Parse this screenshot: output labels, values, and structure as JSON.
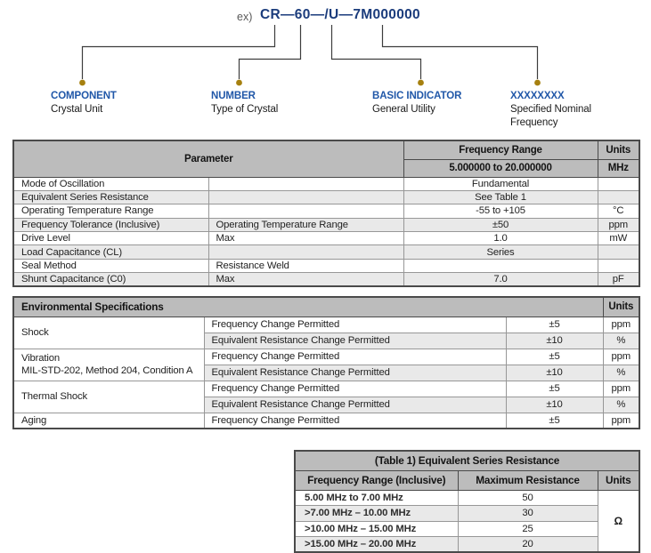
{
  "diagram": {
    "example_prefix": "ex)",
    "part_number": "CR—60—/U—7M000000",
    "callouts": [
      {
        "label": "COMPONENT",
        "sublabel": "Crystal Unit"
      },
      {
        "label": "NUMBER",
        "sublabel": "Type of Crystal"
      },
      {
        "label": "BASIC INDICATOR",
        "sublabel": "General Utility"
      },
      {
        "label": "XXXXXXXX",
        "sublabel": "Specified Nominal Frequency"
      }
    ]
  },
  "spec_table": {
    "header": {
      "parameter": "Parameter",
      "frequency_range": "Frequency Range",
      "range_value": "5.000000 to 20.000000",
      "units": "Units",
      "units_value": "MHz"
    },
    "rows": [
      {
        "p1": "Mode of Oscillation",
        "p2": "",
        "value": "Fundamental",
        "unit": ""
      },
      {
        "p1": "Equivalent Series Resistance",
        "p2": "",
        "value": "See Table 1",
        "unit": ""
      },
      {
        "p1": "Operating Temperature Range",
        "p2": "",
        "value": "-55 to +105",
        "unit": "°C"
      },
      {
        "p1": "Frequency Tolerance (Inclusive)",
        "p2": "Operating Temperature Range",
        "value": "±50",
        "unit": "ppm"
      },
      {
        "p1": "Drive Level",
        "p2": "Max",
        "value": "1.0",
        "unit": "mW"
      },
      {
        "p1": "Load Capacitance (CL)",
        "p2": "",
        "value": "Series",
        "unit": ""
      },
      {
        "p1": "Seal Method",
        "p2": "Resistance Weld",
        "value": "",
        "unit": ""
      },
      {
        "p1": "Shunt Capacitance (C0)",
        "p2": "Max",
        "value": "7.0",
        "unit": "pF"
      }
    ]
  },
  "env_table": {
    "title": "Environmental Specifications",
    "units_header": "Units",
    "groups": [
      {
        "name": "Shock",
        "name2": "",
        "rows": [
          {
            "desc": "Frequency Change Permitted",
            "value": "±5",
            "unit": "ppm"
          },
          {
            "desc": "Equivalent Resistance Change Permitted",
            "value": "±10",
            "unit": "%"
          }
        ]
      },
      {
        "name": "Vibration",
        "name2": "MIL-STD-202, Method 204, Condition A",
        "rows": [
          {
            "desc": "Frequency Change Permitted",
            "value": "±5",
            "unit": "ppm"
          },
          {
            "desc": "Equivalent Resistance Change Permitted",
            "value": "±10",
            "unit": "%"
          }
        ]
      },
      {
        "name": "Thermal Shock",
        "name2": "",
        "rows": [
          {
            "desc": "Frequency Change Permitted",
            "value": "±5",
            "unit": "ppm"
          },
          {
            "desc": "Equivalent Resistance Change Permitted",
            "value": "±10",
            "unit": "%"
          }
        ]
      },
      {
        "name": "Aging",
        "name2": "",
        "rows": [
          {
            "desc": "Frequency Change Permitted",
            "value": "±5",
            "unit": "ppm"
          }
        ]
      }
    ]
  },
  "esr_table": {
    "title": "(Table 1) Equivalent Series Resistance",
    "col_range": "Frequency Range (Inclusive)",
    "col_resistance": "Maximum Resistance",
    "col_units": "Units",
    "units_value": "Ω",
    "rows": [
      {
        "range": "5.00 MHz to 7.00 MHz",
        "resistance": "50"
      },
      {
        "range": ">7.00 MHz – 10.00 MHz",
        "resistance": "30"
      },
      {
        "range": ">10.00 MHz – 15.00 MHz",
        "resistance": "25"
      },
      {
        "range": ">15.00 MHz – 20.00 MHz",
        "resistance": "20"
      }
    ]
  },
  "colors": {
    "part_number_blue": "#1b3c7c",
    "callout_label_blue": "#2057a8",
    "callout_dot_gold": "#a6800f",
    "connector_gray": "#3d3d3d",
    "header_gray": "#bcbcbc",
    "alt_row_gray": "#e9e9e9"
  }
}
